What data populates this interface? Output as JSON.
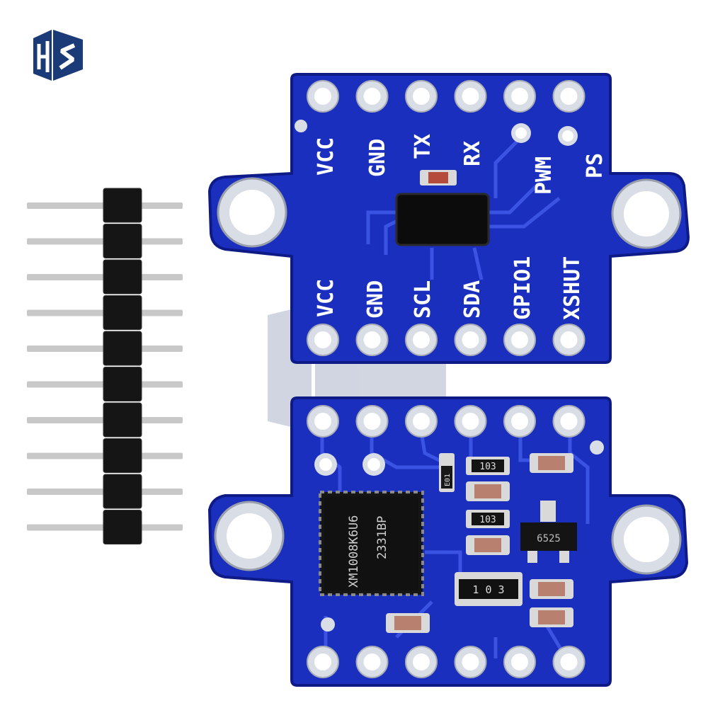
{
  "colors": {
    "pcb": "#1b2fbf",
    "pcb_edge": "#0e1a86",
    "trace": "#3f57e6",
    "pad": "#d9dde5",
    "hole": "#ffffff",
    "header_plastic": "#151515",
    "pin": "#c8c8c8",
    "watermark": "#9aa3bd"
  },
  "logo": {
    "icon": "hs-brand-logo-icon"
  },
  "front_board": {
    "top_row_labels": [
      "VCC",
      "GND",
      "TX",
      "RX",
      "PWM",
      "PS"
    ],
    "bottom_row_labels": [
      "VCC",
      "GND",
      "SCL",
      "SDA",
      "GPIO1",
      "XSHUT"
    ]
  },
  "back_board": {
    "mcu_marking_line1": "XM1008K6U6",
    "mcu_marking_line2": "2331BP",
    "resistor_1": "103",
    "resistor_2": "103",
    "resistor_array": "1 0 3",
    "diode_code": "E01",
    "regulator_code": "6525"
  },
  "pin_header": {
    "pin_count": 10
  }
}
